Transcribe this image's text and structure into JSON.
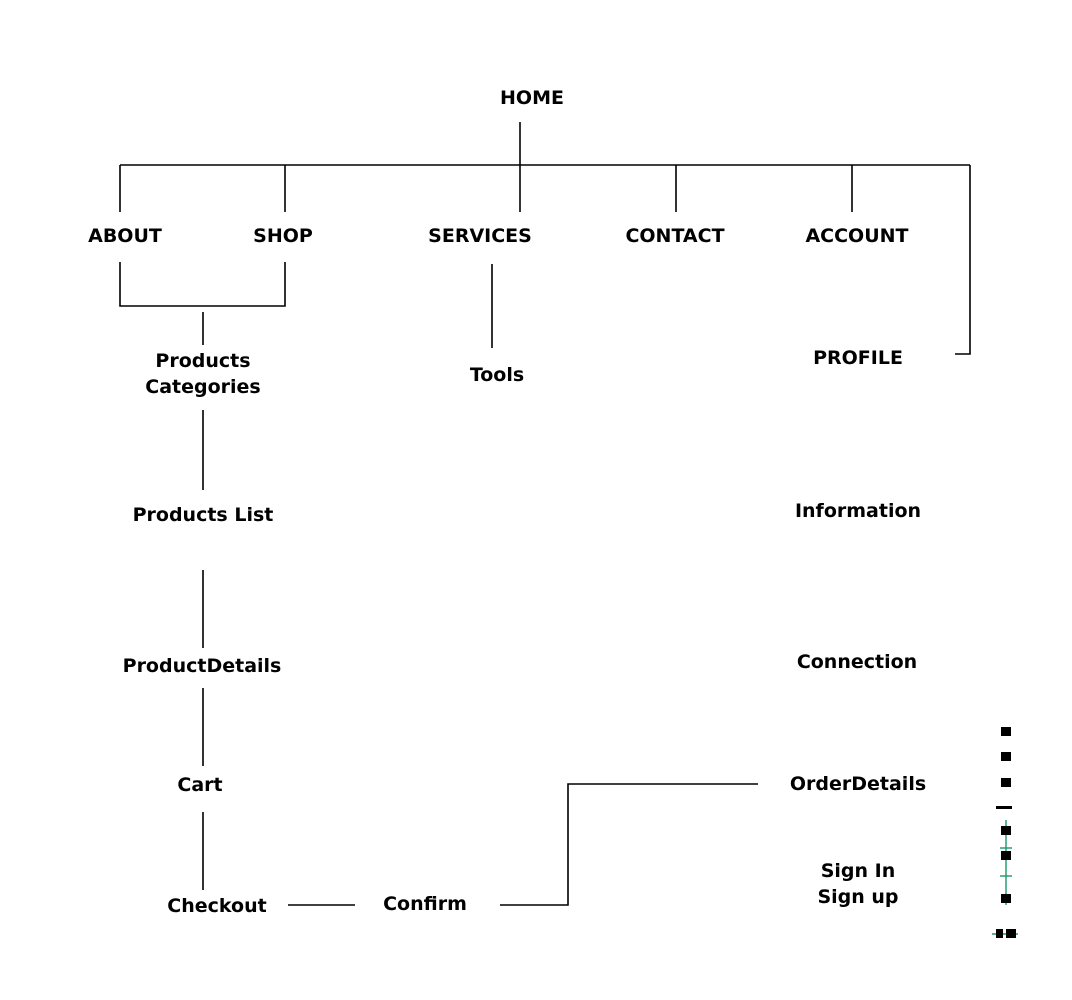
{
  "nodes": {
    "home": "HOME",
    "nav1": "ABOUT",
    "nav2": "SHOP",
    "nav3": "SERVICES",
    "nav4": "CONTACT",
    "nav5": "ACCOUNT",
    "profile": "PROFILE",
    "categories": "Products Categories",
    "products_list": "Products List",
    "product_details": "ProductDetails",
    "cart": "Cart",
    "checkout": "Checkout",
    "confirm": "Confirm",
    "tools": "Tools",
    "information": "Information",
    "connection": "Connection",
    "order_details": "OrderDetails",
    "sign_in": "Sign In Sign up"
  },
  "colors": {
    "text": "#000000",
    "lines": "#000000",
    "accent": "#1a9a6a"
  }
}
